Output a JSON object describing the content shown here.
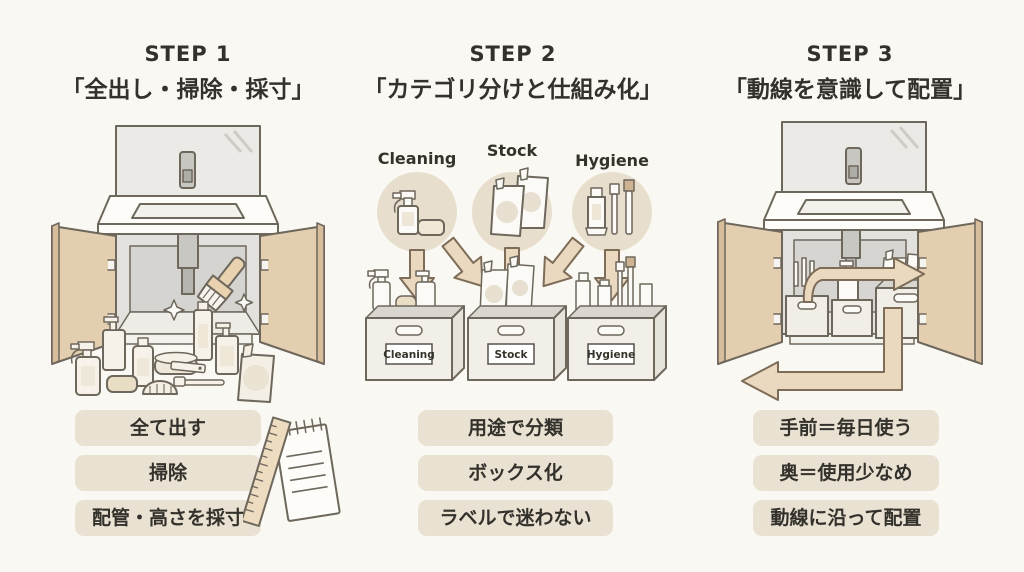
{
  "colors": {
    "background": "#faf8f2",
    "text": "#33312b",
    "pill_background": "#e9e1d1",
    "arrow_fill": "#ead9bf",
    "arrow_outline": "#7c6c58",
    "door_fill": "#e4ceb0",
    "category_circle_fill": "#e7decd",
    "illustration_outline": "#6e675c"
  },
  "steps": [
    {
      "step_label": "STEP 1",
      "title": "「全出し・掃除・採寸」",
      "pills": [
        "全て出す",
        "掃除",
        "配管・高さを採寸"
      ]
    },
    {
      "step_label": "STEP 2",
      "title": "「カテゴリ分けと仕組み化」",
      "categories": [
        "Cleaning",
        "Stock",
        "Hygiene"
      ],
      "box_labels": [
        "Cleaning",
        "Stock",
        "Hygiene"
      ],
      "pills": [
        "用途で分類",
        "ボックス化",
        "ラベルで迷わない"
      ]
    },
    {
      "step_label": "STEP 3",
      "title": "「動線を意識して配置」",
      "pills": [
        "手前＝毎日使う",
        "奥＝使用少なめ",
        "動線に沿って配置"
      ]
    }
  ]
}
